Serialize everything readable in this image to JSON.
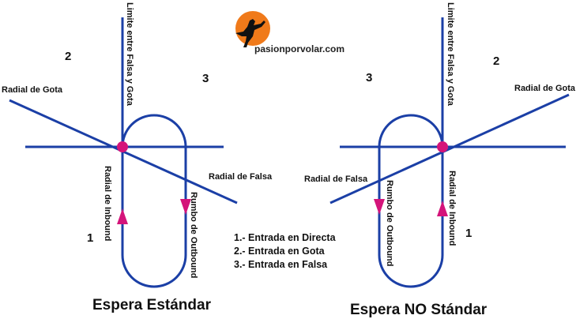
{
  "colors": {
    "line": "#1b3fa6",
    "fix": "#d4147a",
    "arrow": "#d4147a",
    "logo_sun": "#f07a1a",
    "logo_text": "#222222"
  },
  "logo": {
    "brand": "pasionporvolar",
    "suffix": ".com"
  },
  "standard": {
    "title": "Espera Estándar",
    "limit_label": "Limite entre Falsa y Gota",
    "teardrop_label": "Radial de Gota",
    "parallel_label": "Radial de Falsa",
    "inbound_label": "Radial de Inbound",
    "outbound_label": "Rumbo de Outbound",
    "sector_1": "1",
    "sector_2": "2",
    "sector_3": "3"
  },
  "nonstandard": {
    "title": "Espera NO Stándar",
    "limit_label": "Limite entre Falsa y Gota",
    "teardrop_label": "Radial de Gota",
    "parallel_label": "Radial de Falsa",
    "inbound_label": "Radial de Inbound",
    "outbound_label": "Rumbo de Outbound",
    "sector_1": "1",
    "sector_2": "2",
    "sector_3": "3"
  },
  "legend": {
    "items": [
      "1.- Entrada en Directa",
      "2.- Entrada en Gota",
      "3.- Entrada en Falsa"
    ]
  }
}
